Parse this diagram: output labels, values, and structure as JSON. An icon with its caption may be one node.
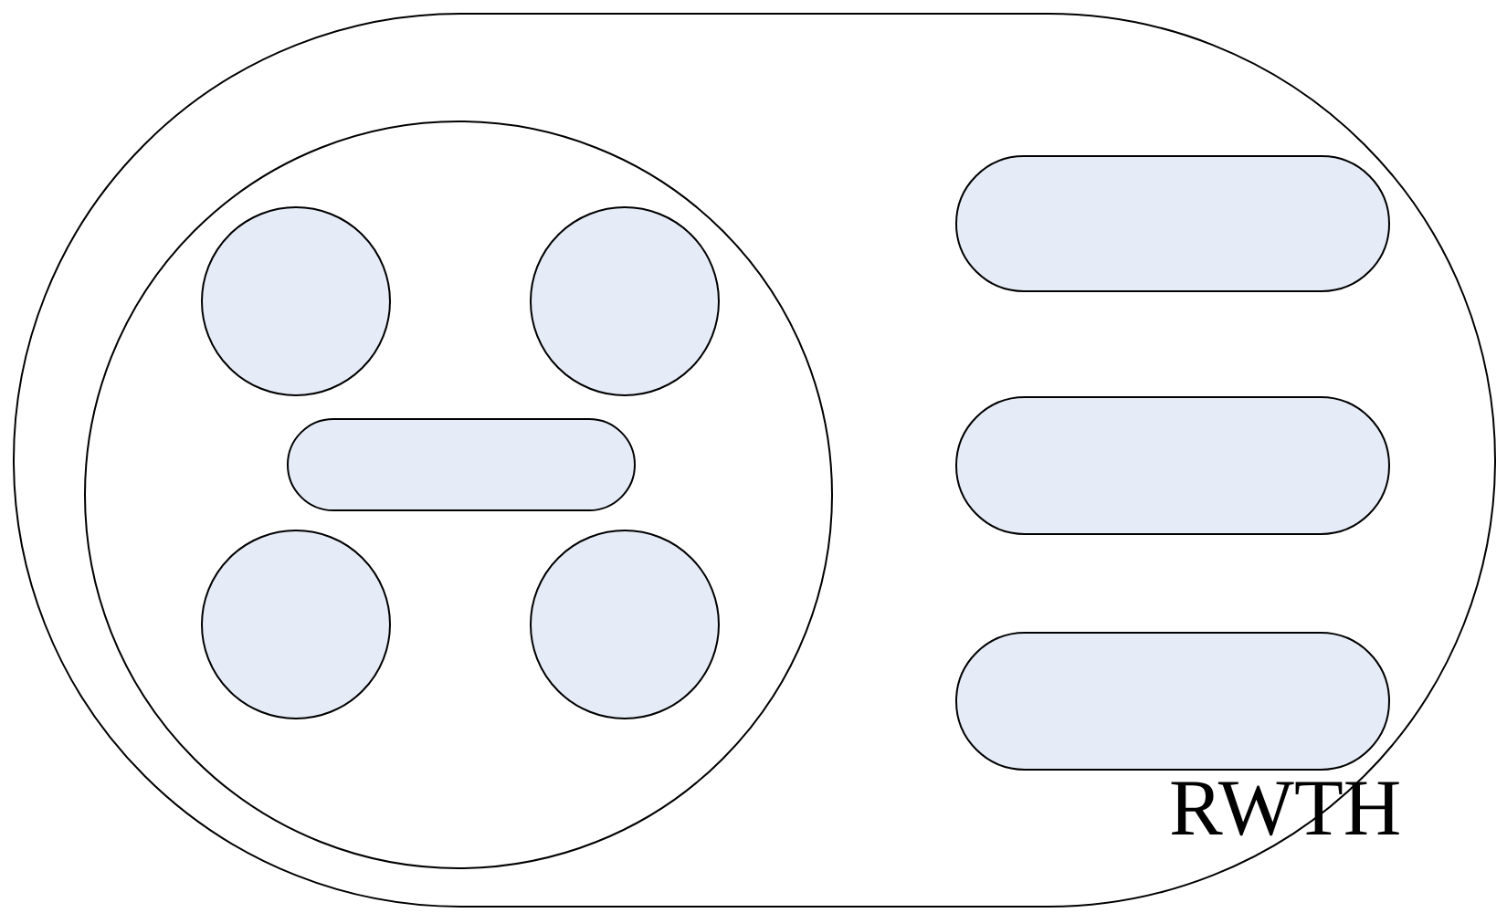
{
  "diagram": {
    "nodes": [
      {
        "text": [],
        "shape": "box"
      },
      {
        "text": [],
        "shape": "circle",
        "in": 0
      },
      {
        "text": [],
        "shape": "circle",
        "in": 1
      },
      {
        "text": [],
        "shape": "circle",
        "in": 1
      },
      {
        "text": [],
        "shape": "box",
        "in": 1
      },
      {
        "text": [],
        "shape": "circle",
        "in": 1
      },
      {
        "text": [],
        "shape": "circle",
        "in": 1
      },
      {
        "text": [],
        "shape": "box",
        "in": 0
      },
      {
        "text": [],
        "shape": "box",
        "in": 0
      },
      {
        "text": [],
        "shape": "box",
        "in": 0
      }
    ],
    "labels": [
      "RWTH"
    ]
  }
}
